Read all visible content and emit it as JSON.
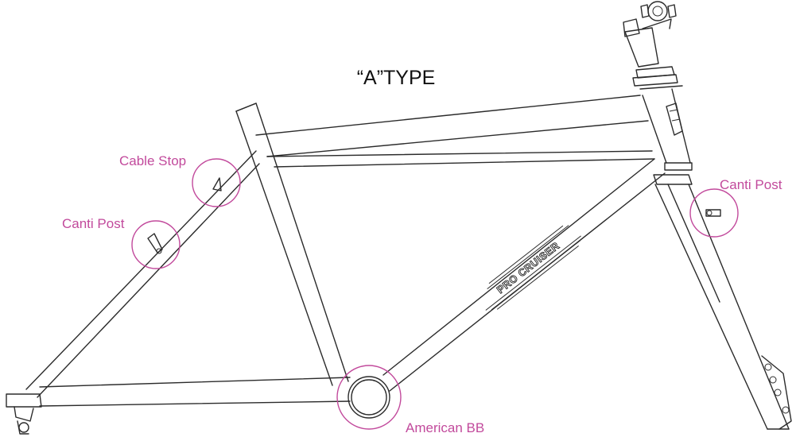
{
  "title": "“A”TYPE",
  "decal": "PRO CRUISER",
  "callouts": {
    "cable_stop": "Cable Stop",
    "canti_post_rear": "Canti Post",
    "canti_post_front": "Canti Post",
    "american_bb": "American BB"
  },
  "colors": {
    "callout": "#c24a9c",
    "line": "#2b2b2b",
    "background": "#ffffff"
  }
}
